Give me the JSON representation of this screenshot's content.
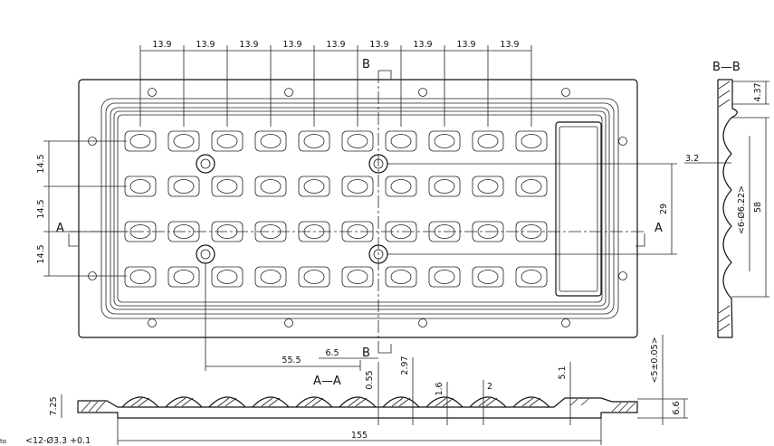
{
  "plan": {
    "top_pitch_labels": [
      "13.9",
      "13.9",
      "13.9",
      "13.9",
      "13.9",
      "13.9",
      "13.9",
      "13.9",
      "13.9"
    ],
    "left_pitch_labels": [
      "14.5",
      "14.5",
      "14.5"
    ],
    "right_dim_label": "29",
    "bottom_dim_label": "55.5",
    "bottom_small_dim_label": "6.5",
    "lens_rows": 4,
    "lens_cols": 10
  },
  "section_marks": {
    "a_left": "A",
    "a_right": "A",
    "b_top": "B",
    "b_bottom": "B",
    "aa_title": "A—A",
    "bb_title": "B—B"
  },
  "section_aa": {
    "height_label": "7.25",
    "thick_055": "0.55",
    "thick_297": "2.97",
    "thick_16": "1.6",
    "thick_2": "2",
    "thick_51": "5.1",
    "tol_label": "<5±0.05>",
    "height_66": "6.6",
    "length_label": "155",
    "hole_note": "<12-Ø3.3 +0.1",
    "hole_note_side": "to"
  },
  "section_bb": {
    "dim_437": "4.37",
    "dim_32": "3.2",
    "dim_lens": "<6-Ø6.22>",
    "dim_58": "58"
  }
}
